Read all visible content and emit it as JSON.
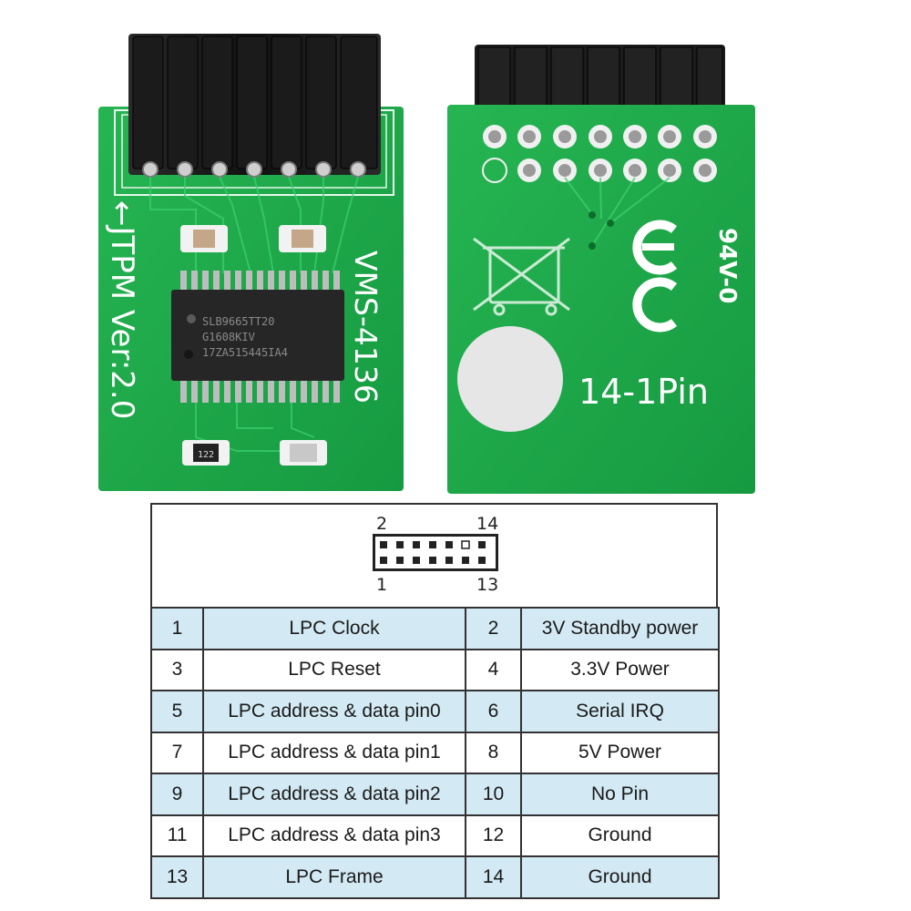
{
  "front_board": {
    "header_label": "←JTPM Ver:2.0",
    "model": "VMS-4136",
    "chip_lines": [
      "SLB9665TT20",
      "G1608KIV",
      "17ZA515445IA4"
    ],
    "resistor_code": "122"
  },
  "back_board": {
    "rating": "94V-0",
    "pin_count_label": "14-1Pin",
    "ce_mark": "CE"
  },
  "pin_diagram": {
    "top_left": "2",
    "top_right": "14",
    "bottom_left": "1",
    "bottom_right": "13"
  },
  "pin_table": [
    {
      "pin_a": "1",
      "signal_a": "LPC Clock",
      "pin_b": "2",
      "signal_b": "3V Standby power"
    },
    {
      "pin_a": "3",
      "signal_a": "LPC Reset",
      "pin_b": "4",
      "signal_b": "3.3V Power"
    },
    {
      "pin_a": "5",
      "signal_a": "LPC address & data pin0",
      "pin_b": "6",
      "signal_b": "Serial IRQ"
    },
    {
      "pin_a": "7",
      "signal_a": "LPC address & data pin1",
      "pin_b": "8",
      "signal_b": "5V Power"
    },
    {
      "pin_a": "9",
      "signal_a": "LPC address & data pin2",
      "pin_b": "10",
      "signal_b": "No Pin"
    },
    {
      "pin_a": "11",
      "signal_a": "LPC address & data pin3",
      "pin_b": "12",
      "signal_b": "Ground"
    },
    {
      "pin_a": "13",
      "signal_a": "LPC Frame",
      "pin_b": "14",
      "signal_b": "Ground"
    }
  ],
  "colors": {
    "pcb_green": "#1fa84a",
    "table_shade": "#d3e9f3",
    "connector_black": "#1b1b1b"
  }
}
